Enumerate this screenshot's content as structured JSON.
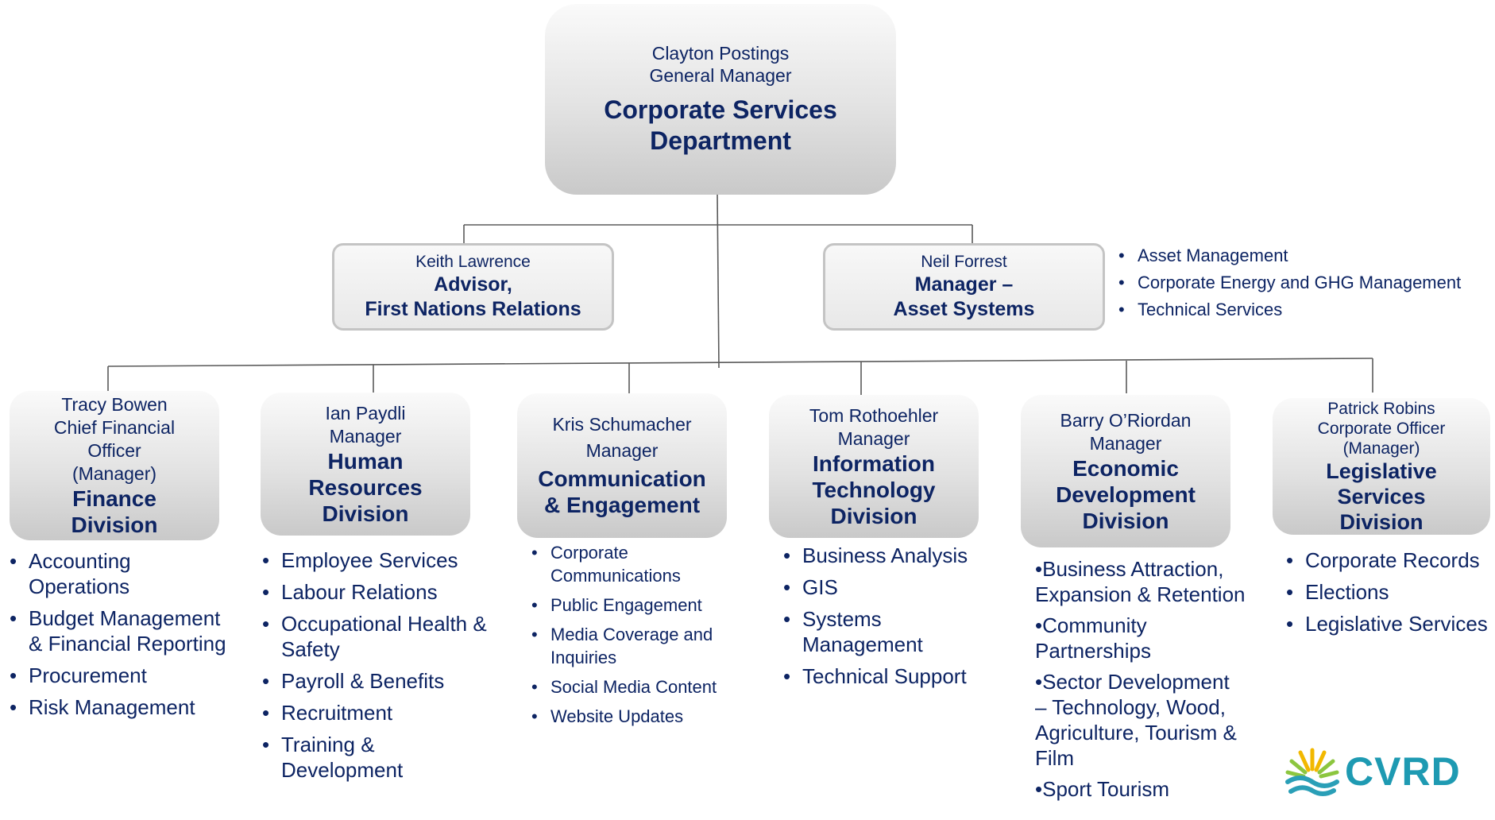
{
  "top": {
    "name": "Clayton Postings",
    "role": "General Manager",
    "title_line1": "Corporate Services",
    "title_line2": "Department"
  },
  "advisor": {
    "name": "Keith Lawrence",
    "title_line1": "Advisor,",
    "title_line2": "First Nations Relations"
  },
  "asset": {
    "name": "Neil Forrest",
    "title_line1": "Manager –",
    "title_line2": "Asset Systems",
    "items": [
      "Asset Management",
      "Corporate Energy and GHG Management",
      "Technical Services"
    ]
  },
  "divisions": [
    {
      "name": "Tracy Bowen",
      "role_lines": [
        "Chief Financial",
        "Officer",
        "(Manager)"
      ],
      "title_lines": [
        "Finance",
        "Division"
      ],
      "items": [
        "Accounting Operations",
        "Budget Management & Financial Reporting",
        "Procurement",
        "Risk Management"
      ]
    },
    {
      "name": "Ian Paydli",
      "role_lines": [
        "Manager"
      ],
      "title_lines": [
        "Human",
        "Resources",
        "Division"
      ],
      "items": [
        "Employee Services",
        "Labour Relations",
        "Occupational Health & Safety",
        "Payroll & Benefits",
        "Recruitment",
        "Training & Development"
      ]
    },
    {
      "name": "Kris Schumacher",
      "role_lines": [
        "Manager"
      ],
      "title_lines": [
        "Communication",
        "& Engagement"
      ],
      "items": [
        "Corporate Communications",
        "Public Engagement",
        "Media Coverage and Inquiries",
        "Social Media Content",
        "Website Updates"
      ]
    },
    {
      "name": "Tom Rothoehler",
      "role_lines": [
        "Manager"
      ],
      "title_lines": [
        "Information",
        "Technology",
        "Division"
      ],
      "items": [
        "Business Analysis",
        "GIS",
        "Systems Management",
        "Technical Support"
      ]
    },
    {
      "name": "Barry O’Riordan",
      "role_lines": [
        "Manager"
      ],
      "title_lines": [
        "Economic",
        "Development",
        "Division"
      ],
      "items": [
        "•Business Attraction, Expansion & Retention",
        "•Community Partnerships",
        "•Sector Development – Technology, Wood, Agriculture, Tourism & Film",
        "•Sport Tourism"
      ]
    },
    {
      "name": "Patrick Robins",
      "role_lines": [
        "Corporate Officer",
        "(Manager)"
      ],
      "title_lines": [
        "Legislative",
        "Services",
        "Division"
      ],
      "items": [
        "Corporate Records",
        "Elections",
        "Legislative Services"
      ]
    }
  ],
  "logo": {
    "text": "CVRD",
    "colors": [
      "#2a9fb7",
      "#8cc63f",
      "#f2b800"
    ]
  },
  "colors": {
    "text": "#0d2463",
    "line": "#5a5a5a"
  }
}
